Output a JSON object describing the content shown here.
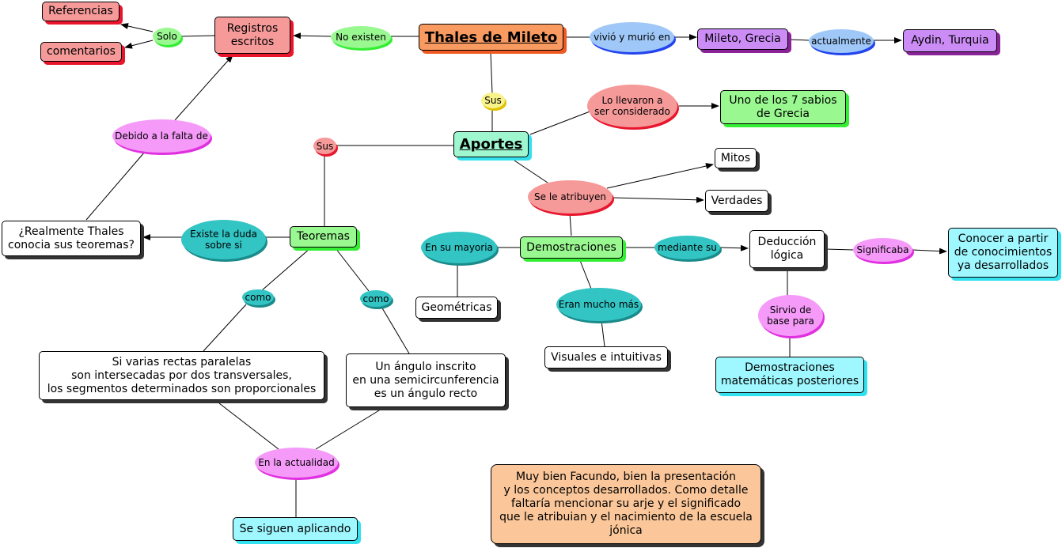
{
  "colors": {
    "orange": "#f99a60",
    "red_node": "#f59999",
    "green_node": "#99f890",
    "teal_node": "#9ff7d0",
    "cyan_node": "#9ff8ff",
    "purple_node": "#cc8cf5",
    "white_node": "#ffffff",
    "note": "#fbc79a",
    "shadow_red": "#e8152c",
    "shadow_green": "#33ee33",
    "shadow_cyan": "#33e0ee",
    "shadow_purple": "#8a2298",
    "shadow_orange": "#ef5a22",
    "shadow_black": "#333333"
  },
  "nodes": {
    "thales": "Thales de Mileto",
    "registros": "Registros\nescritos",
    "referencias": "Referencias",
    "comentarios": "comentarios",
    "mileto": "Mileto, Grecia",
    "aydin": "Aydin, Turquia",
    "aportes": "Aportes",
    "sabios": "Uno de los 7 sabios\nde Grecia",
    "mitos": "Mitos",
    "verdades": "Verdades",
    "realmente": "¿Realmente Thales\nconocia sus teoremas?",
    "teoremas": "Teoremas",
    "demostraciones": "Demostraciones",
    "deduccion": "Deducción\nlógica",
    "conocer": "Conocer a partir\nde conocimientos\nya desarrollados",
    "geometricas": "Geométricas",
    "visuales": "Visuales e intuitivas",
    "dem_mat": "Demostraciones\nmatemáticas posteriores",
    "paralelas": "Si varias rectas paralelas\nson intersecadas por dos transversales,\nlos segmentos determinados son proporcionales",
    "angulo": "Un ángulo inscrito\nen una semicircunferencia\nes un ángulo recto",
    "siguen": "Se siguen aplicando",
    "nota": "Muy bien Facundo, bien la presentación\n y los conceptos desarrollados.  Como detalle\nfaltaría mencionar su arje y el significado\nque le atribuian y el nacimiento de la escuela\njónica"
  },
  "links": {
    "solo": "Solo",
    "no_existen": "No existen",
    "vivio": "vivió y murió en",
    "actualmente": "actualmente",
    "sus_top": "Sus",
    "llevaron": "Lo llevaron a\nser considerado",
    "sus_left": "Sus",
    "debido": "Debido a la falta de",
    "atribuyen": "Se le atribuyen",
    "existe": "Existe la duda\nsobre si",
    "mayoria": "En su mayoria",
    "mediante": "mediante su",
    "significaba": "Significaba",
    "como_1": "como",
    "como_2": "como",
    "eran": "Eran mucho más",
    "sirvio": "Sirvio de\nbase para",
    "actualidad": "En la actualidad"
  }
}
